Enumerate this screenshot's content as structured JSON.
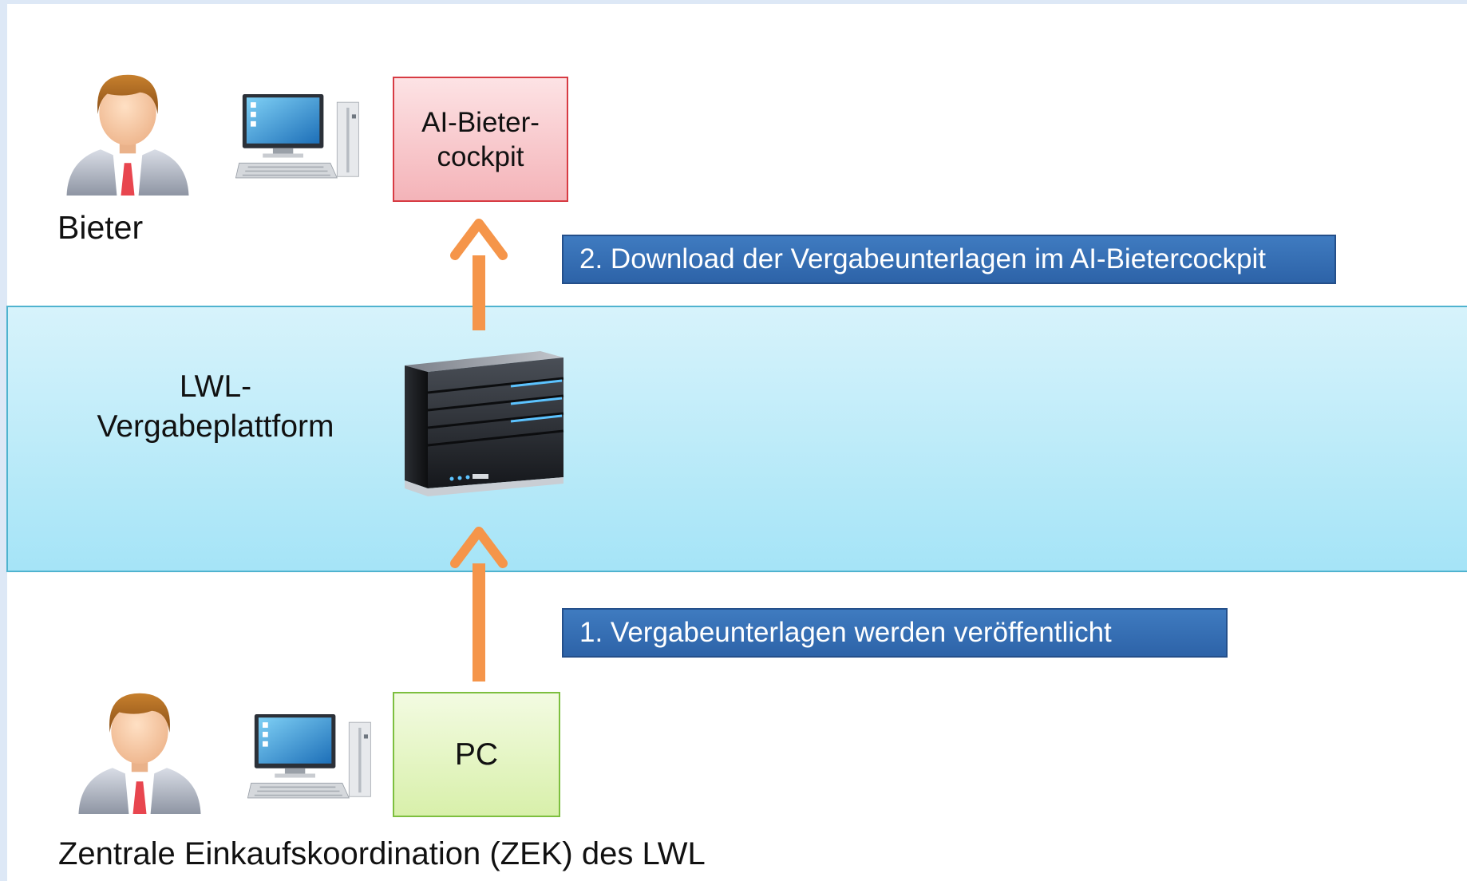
{
  "bidder": {
    "label": "Bieter",
    "cockpit_box": "AI-Bieter-\ncockpit",
    "cockpit_color": "#f7c0c4"
  },
  "platform": {
    "label": "LWL-\nVergabeplattform",
    "band_color": "#b5eaf8"
  },
  "buyer": {
    "label": "Zentrale Einkaufskoordination (ZEK) des LWL",
    "pc_box": "PC",
    "pc_color": "#e6f7c2"
  },
  "steps": [
    {
      "text": "1.  Vergabeunterlagen werden veröffentlicht"
    },
    {
      "text": "2. Download der Vergabeunterlagen im AI-Bietercockpit"
    }
  ],
  "colors": {
    "arrow": "#f5954a",
    "step_bg": "#3a74ba",
    "frame_blue": "#dde8f6"
  },
  "icons": [
    "person-icon",
    "computer-icon",
    "server-icon"
  ]
}
